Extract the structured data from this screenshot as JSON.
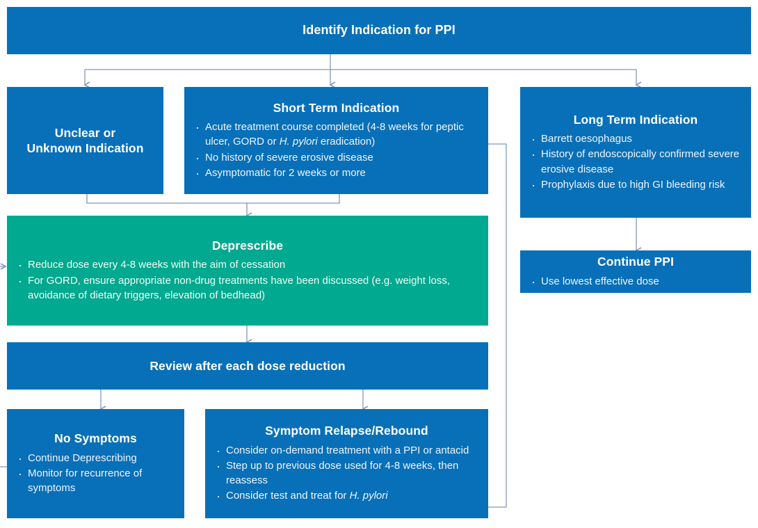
{
  "colors": {
    "blue": "#0870b8",
    "green": "#00a98f",
    "connector": "#8497b8",
    "text": "#ffffff"
  },
  "nodes": {
    "identify": {
      "title": "Identify Indication for PPI"
    },
    "unclear": {
      "title": "Unclear or\nUnknown Indication"
    },
    "short_term": {
      "title": "Short Term Indication",
      "bullets": [
        "Acute treatment course completed (4-8 weeks for peptic ulcer, GORD or <em>H. pylori</em> eradication)",
        "No history of severe erosive disease",
        "Asymptomatic for 2 weeks or more"
      ]
    },
    "long_term": {
      "title": "Long Term Indication",
      "bullets": [
        "Barrett oesophagus",
        "History of endoscopically confirmed severe erosive disease",
        "Prophylaxis due to high GI bleeding risk"
      ]
    },
    "deprescribe": {
      "title": "Deprescribe",
      "bullets": [
        "Reduce dose every 4-8 weeks with the aim of cessation",
        "For GORD, ensure appropriate non-drug treatments have been discussed (e.g. weight loss, avoidance of dietary triggers, elevation of bedhead)"
      ]
    },
    "continue_ppi": {
      "title": "Continue PPI",
      "bullets": [
        "Use lowest effective dose"
      ]
    },
    "review": {
      "title": "Review after each dose reduction"
    },
    "no_symptoms": {
      "title": "No Symptoms",
      "bullets": [
        "Continue Deprescribing",
        "Monitor for recurrence of symptoms"
      ]
    },
    "relapse": {
      "title": "Symptom Relapse/Rebound",
      "bullets": [
        "Consider on-demand treatment with a PPI or antacid",
        "Step up to previous dose used for 4-8 weeks, then reassess",
        "Consider test and treat for <em>H. pylori</em>"
      ]
    }
  },
  "connectors": [
    {
      "name": "identify-to-branch-trunk"
    },
    {
      "name": "branch-bar-to-unclear"
    },
    {
      "name": "branch-bar-to-short-term"
    },
    {
      "name": "branch-bar-to-long-term"
    },
    {
      "name": "unclear-short-term-merge-to-deprescribe"
    },
    {
      "name": "long-term-to-continue-ppi"
    },
    {
      "name": "deprescribe-to-review"
    },
    {
      "name": "review-to-no-symptoms"
    },
    {
      "name": "review-to-relapse"
    },
    {
      "name": "no-symptoms-loop-to-deprescribe"
    },
    {
      "name": "relapse-loop-to-short-term"
    }
  ]
}
